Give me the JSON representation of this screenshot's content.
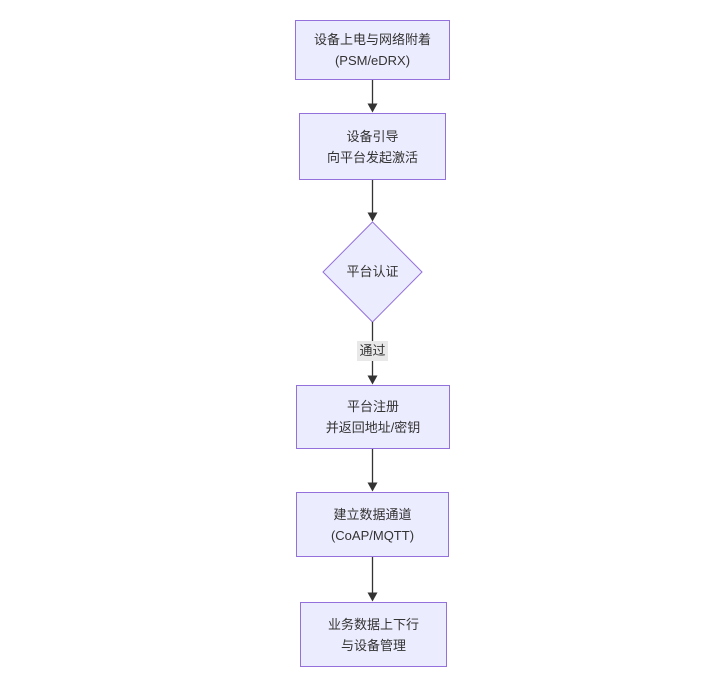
{
  "diagram": {
    "type": "flowchart",
    "direction": "top-down",
    "background": "#ffffff",
    "colors": {
      "node_fill": "#ECECFF",
      "node_border": "#9370DB",
      "edge": "#333333",
      "text": "#333333",
      "edge_label_bg": "#e8e8e8"
    },
    "nodes": [
      {
        "id": "power-on-attach",
        "shape": "rectangle",
        "lines": [
          "设备上电与网络附着",
          "(PSM/eDRX)"
        ]
      },
      {
        "id": "bootstrap-activate",
        "shape": "rectangle",
        "lines": [
          "设备引导",
          "向平台发起激活"
        ]
      },
      {
        "id": "platform-auth",
        "shape": "diamond",
        "lines": [
          "平台认证"
        ]
      },
      {
        "id": "platform-register",
        "shape": "rectangle",
        "lines": [
          "平台注册",
          "并返回地址/密钥"
        ]
      },
      {
        "id": "data-channel",
        "shape": "rectangle",
        "lines": [
          "建立数据通道",
          "(CoAP/MQTT)"
        ]
      },
      {
        "id": "business-data",
        "shape": "rectangle",
        "lines": [
          "业务数据上下行",
          "与设备管理"
        ]
      }
    ],
    "edges": [
      {
        "from": "power-on-attach",
        "to": "bootstrap-activate",
        "label": ""
      },
      {
        "from": "bootstrap-activate",
        "to": "platform-auth",
        "label": ""
      },
      {
        "from": "platform-auth",
        "to": "platform-register",
        "label": "通过"
      },
      {
        "from": "platform-register",
        "to": "data-channel",
        "label": ""
      },
      {
        "from": "data-channel",
        "to": "business-data",
        "label": ""
      }
    ]
  }
}
